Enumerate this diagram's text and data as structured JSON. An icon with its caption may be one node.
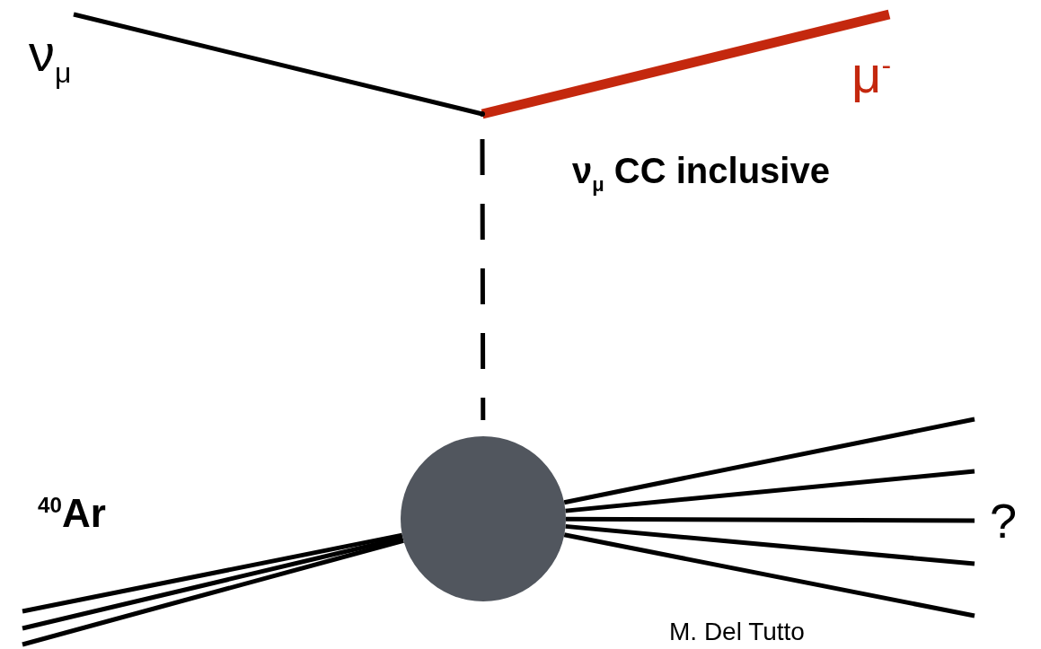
{
  "diagram": {
    "nodes": [
      {
        "text": [
          "ν$_{μ}$"
        ]
      },
      {
        "text": [],
        "shape": "point"
      },
      {
        "text": [
          "μ$^{-}$"
        ]
      },
      {
        "text": [],
        "shape": "circle"
      }
    ],
    "edges": [
      {
        "from": 0,
        "to": 1,
        "arrow": "none"
      },
      {
        "from": 1,
        "to": 2,
        "arrow": "none",
        "style": "thick",
        "color": "#c4280e"
      },
      {
        "from": 1,
        "to": 3,
        "arrow": "none",
        "style": "dashed"
      },
      {
        "from": null,
        "to": 3,
        "arrow": "none"
      },
      {
        "from": null,
        "to": 3,
        "arrow": "none"
      },
      {
        "from": null,
        "to": 3,
        "arrow": "none"
      },
      {
        "from": 3,
        "to": null,
        "arrow": "none"
      },
      {
        "from": 3,
        "to": null,
        "arrow": "none"
      },
      {
        "from": 3,
        "to": null,
        "arrow": "none"
      },
      {
        "from": 3,
        "to": null,
        "arrow": "none"
      },
      {
        "from": 3,
        "to": null,
        "arrow": "none"
      }
    ],
    "labels": [
      "ν$_{μ}$ CC inclusive",
      "$^{40}$Ar",
      "?",
      "M. Del Tutto"
    ]
  }
}
